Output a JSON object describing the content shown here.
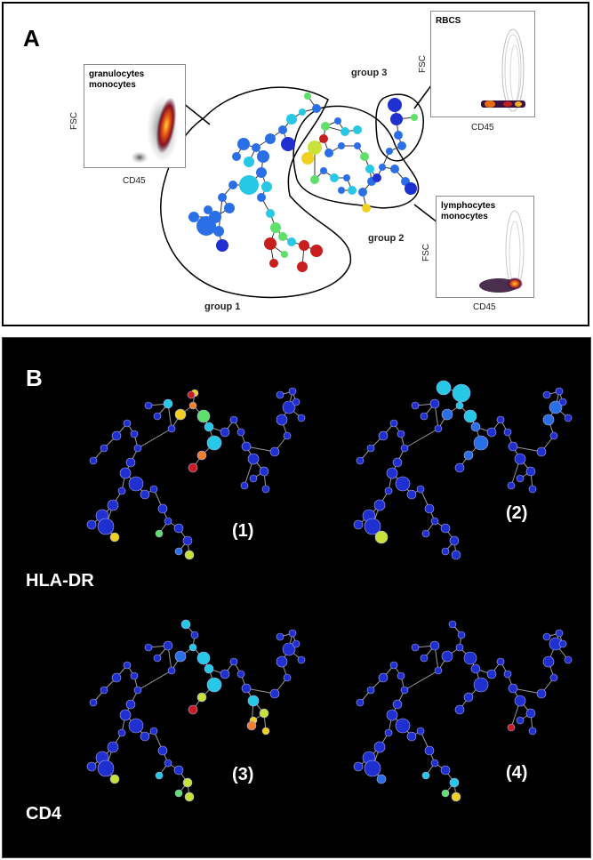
{
  "panel_a": {
    "label": "A",
    "groups": [
      "group 1",
      "group 2",
      "group 3"
    ],
    "insets": [
      {
        "title_lines": [
          "granulocytes",
          "monocytes"
        ],
        "y_axis": "FSC",
        "x_axis": "CD45"
      },
      {
        "title_lines": [
          "RBCS"
        ],
        "y_axis": "FSC",
        "x_axis": "CD45"
      },
      {
        "title_lines": [
          "lymphocytes",
          "monocytes"
        ],
        "y_axis": "FSC",
        "x_axis": "CD45"
      }
    ]
  },
  "panel_b": {
    "label": "B",
    "markers": [
      "HLA-DR",
      "CD4"
    ],
    "subpanels": [
      "(1)",
      "(2)",
      "(3)",
      "(4)"
    ]
  },
  "node_colors": [
    "#1f2fd0",
    "#2b6fe6",
    "#27c7e6",
    "#5fe06a",
    "#c8e23a",
    "#f0d020",
    "#f08030",
    "#c81e1e"
  ]
}
